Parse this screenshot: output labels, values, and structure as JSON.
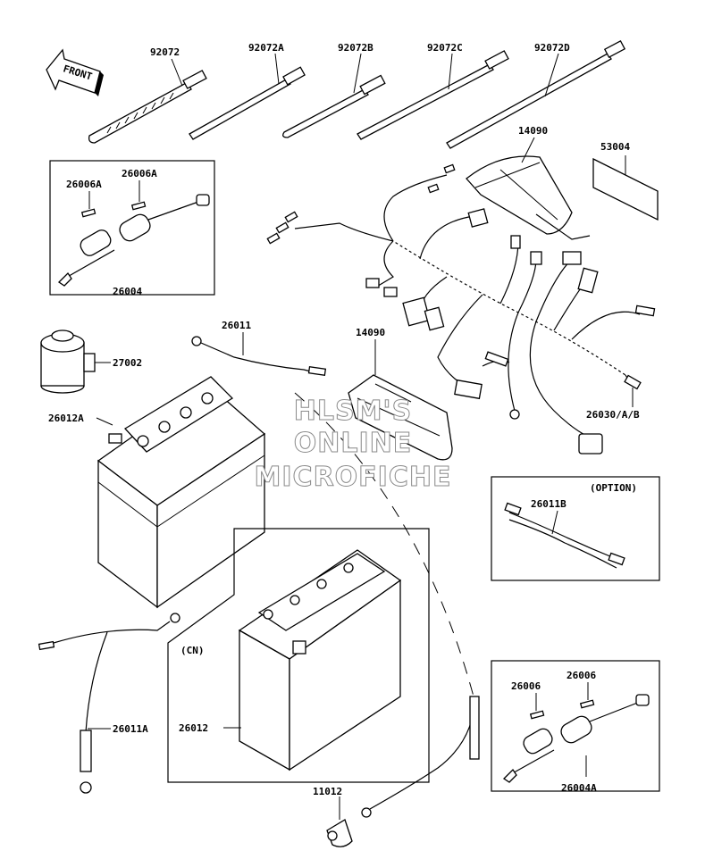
{
  "front_arrow": {
    "text": "FRONT"
  },
  "labels": {
    "p92072": "92072",
    "p92072A": "92072A",
    "p92072B": "92072B",
    "p92072C": "92072C",
    "p92072D": "92072D",
    "p14090_top": "14090",
    "p53004": "53004",
    "p26006A_1": "26006A",
    "p26006A_2": "26006A",
    "p26004": "26004",
    "p26011": "26011",
    "p14090_mid": "14090",
    "p27002": "27002",
    "p26012A": "26012A",
    "p26030": "26030/A/B",
    "option_title": "(OPTION)",
    "p26011B": "26011B",
    "cn_title": "(CN)",
    "p26012": "26012",
    "p26011A": "26011A",
    "p26006_1": "26006",
    "p26006_2": "26006",
    "p26004A": "26004A",
    "p11012": "11012"
  },
  "watermark": {
    "line1": "HLSM'S",
    "line2": "ONLINE",
    "line3": "MICROFICHE"
  }
}
